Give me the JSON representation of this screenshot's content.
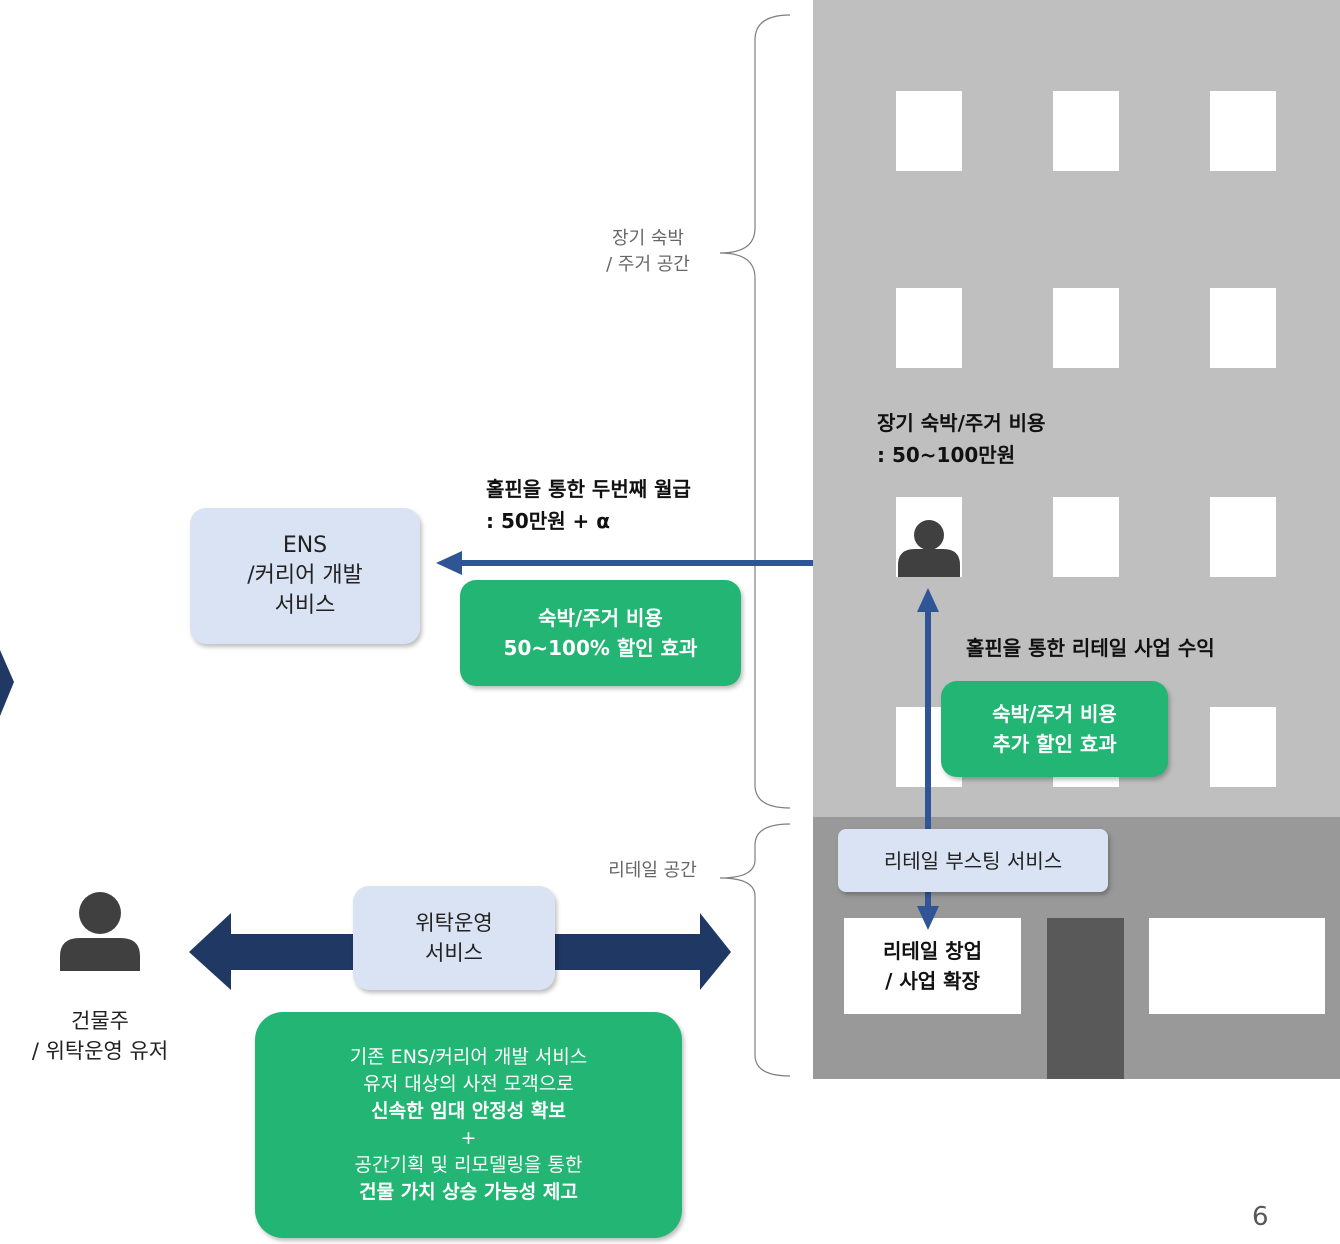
{
  "building_labels": {
    "long_stay_line1": "장기 숙박",
    "long_stay_line2": "/ 주거 공간",
    "retail_space": "리테일 공간"
  },
  "cost_label": {
    "line1": "장기 숙박/주거 비용",
    "line2": ": 50~100만원"
  },
  "income_label": {
    "line1": "홀핀을 통한 두번째 월급",
    "line2": ": 50만원 + α"
  },
  "retail_income_label": "홀핀을 통한 리테일 사업 수익",
  "ens_box": {
    "line1": "ENS",
    "line2": "/커리어 개발",
    "line3": "서비스"
  },
  "discount_box": {
    "line1": "숙박/주거 비용",
    "line2": "50~100% 할인 효과"
  },
  "extra_discount_box": {
    "line1": "숙박/주거 비용",
    "line2": "추가 할인 효과"
  },
  "retail_boost_box": "리테일 부스팅 서비스",
  "retail_startup": {
    "line1": "리테일 창업",
    "line2": "/ 사업 확장"
  },
  "trust_box": {
    "line1": "위탁운영",
    "line2": "서비스"
  },
  "owner": {
    "line1": "건물주",
    "line2": "/ 위탁운영 유저"
  },
  "benefit_box": {
    "line1": "기존 ENS/커리어 개발 서비스",
    "line2": "유저 대상의 사전 모객으로",
    "line3": "신속한 임대 안정성 확보",
    "line4": "+",
    "line5": "공간기획 및 리모델링을 통한",
    "line6": "건물 가치 상승 가능성 제고"
  },
  "page_number": "6",
  "colors": {
    "building_upper": "#bfbfbf",
    "building_lower": "#999999",
    "door": "#595959",
    "arrow_blue": "#2f5597",
    "arrow_navy": "#1f3864",
    "light_box": "#dae3f3",
    "green": "#22b573",
    "person": "#404040"
  },
  "icons": [
    "person-icon",
    "owner-person-icon",
    "left-arrow",
    "up-down-arrow",
    "double-arrow",
    "brace"
  ]
}
